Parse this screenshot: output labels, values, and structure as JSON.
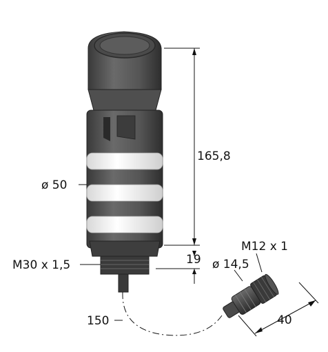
{
  "dimensions": {
    "height": "165,8",
    "body_diameter": "ø 50",
    "thread": "M30 x 1,5",
    "thread_length": "19",
    "cable_length": "150",
    "connector_thread": "M12 x 1",
    "connector_diameter": "ø 14,5",
    "connector_length": "40"
  },
  "colors": {
    "housing": "#555555",
    "housing_dark": "#3a3a3a",
    "ring_white": "#f4f4f4",
    "line": "#111111"
  }
}
